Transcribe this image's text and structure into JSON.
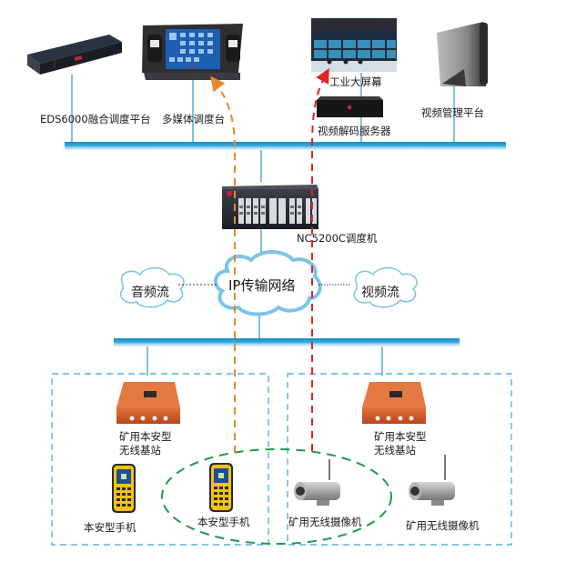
{
  "title": "矿用无线融合调度系统拓扑",
  "colors": {
    "bus": "#1b8fc4",
    "bus_light": "#bfe3f4",
    "link": "#2aa3d6",
    "audio_path": "#e8892b",
    "video_path": "#e02424",
    "zone_border": "#59b3dc",
    "coverage": "#1f9a4e",
    "cloud": "#7cc3e8"
  },
  "top_devices": [
    {
      "id": "eds6000",
      "label": "EDS6000融合调度平台"
    },
    {
      "id": "multimedia-console",
      "label": "多媒体调度台"
    },
    {
      "id": "video-wall",
      "label": "工业大屏幕"
    },
    {
      "id": "video-decoder",
      "label": "视频解码服务器"
    },
    {
      "id": "video-mgmt",
      "label": "视频管理平台"
    }
  ],
  "core": {
    "id": "nc5200c",
    "label": "NC5200C调度机"
  },
  "network": {
    "center": "IP传输网络",
    "left_stream": "音频流",
    "right_stream": "视频流"
  },
  "zones": [
    {
      "base_station": "矿用本安型\n无线基站",
      "base_station_lines": [
        "矿用本安型",
        "无线基站"
      ],
      "devices": [
        "本安型手机",
        "本安型手机"
      ]
    },
    {
      "base_station": "矿用本安型\n无线基站",
      "base_station_lines": [
        "矿用本安型",
        "无线基站"
      ],
      "devices": [
        "矿用无线摄像机",
        "矿用无线摄像机"
      ]
    }
  ]
}
